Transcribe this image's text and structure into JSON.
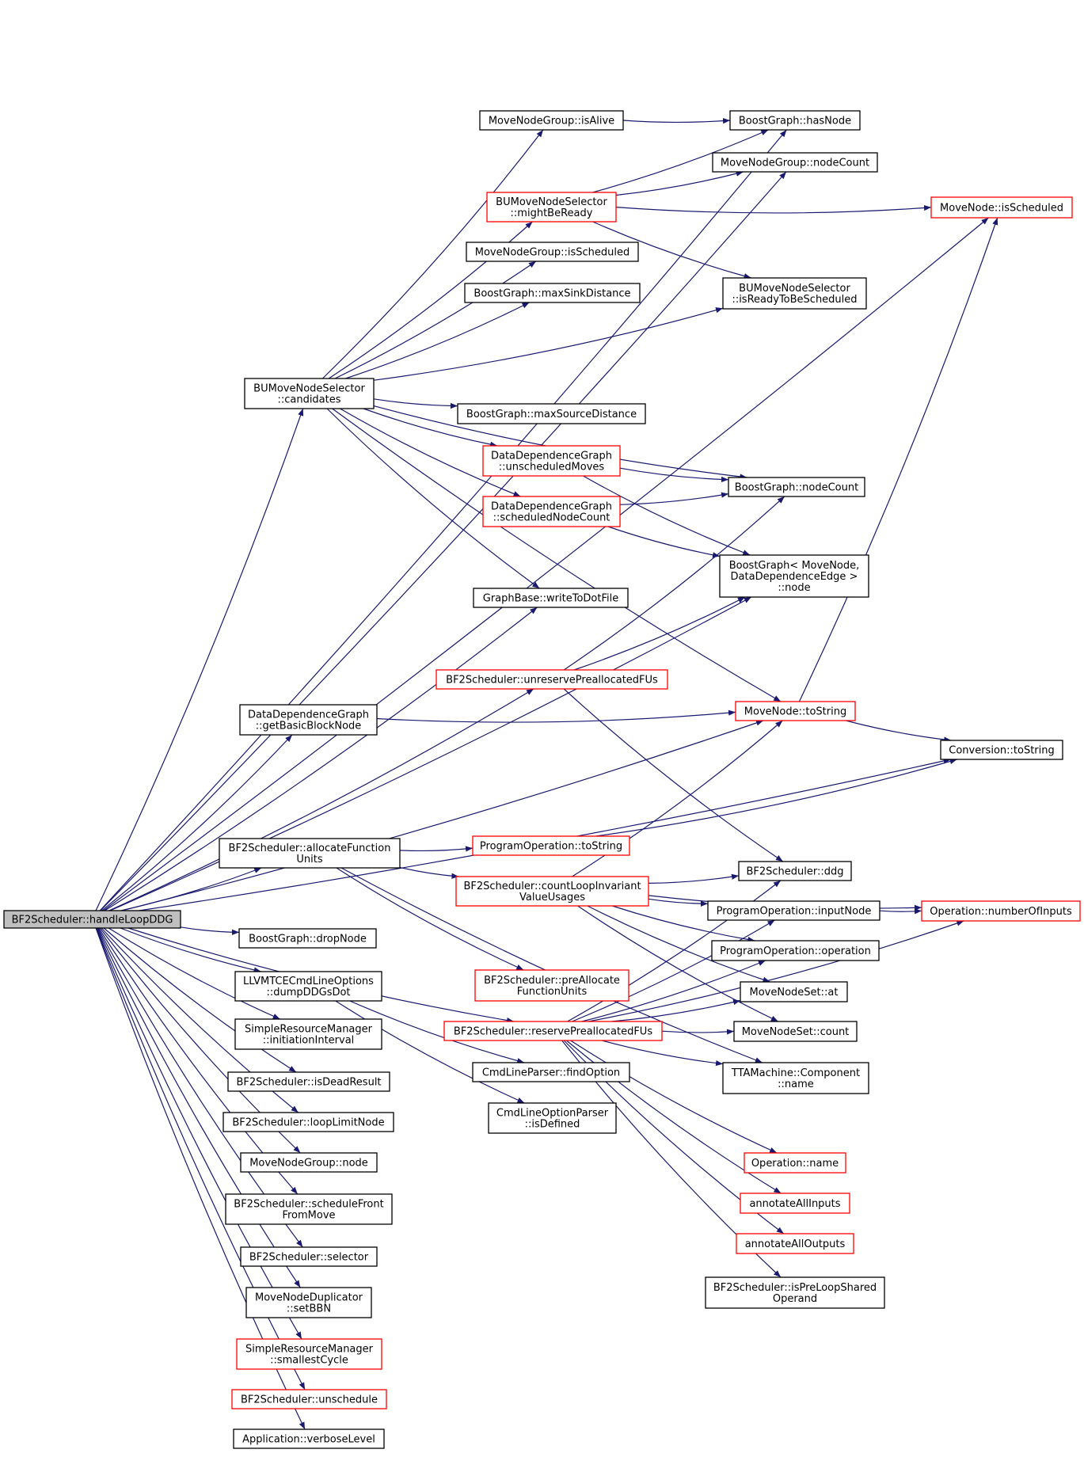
{
  "diagram": {
    "colors": {
      "edge": "#191970",
      "linked_border": "#000000",
      "unlinked_border": "#ff0000",
      "root_fill": "#bfbfbf"
    },
    "nodes": [
      {
        "id": "root",
        "lines": [
          "BF2Scheduler::handleLoopDDG"
        ],
        "root": true
      },
      {
        "id": "hasNode",
        "lines": [
          "BoostGraph::hasNode"
        ]
      },
      {
        "id": "isAlive",
        "lines": [
          "MoveNodeGroup::isAlive"
        ]
      },
      {
        "id": "mngNodeCount",
        "lines": [
          "MoveNodeGroup::nodeCount"
        ]
      },
      {
        "id": "mightBeReady",
        "lines": [
          "BUMoveNodeSelector",
          "::mightBeReady"
        ],
        "red": true
      },
      {
        "id": "mnIsScheduled",
        "lines": [
          "MoveNode::isScheduled"
        ],
        "red": true
      },
      {
        "id": "mngIsScheduled",
        "lines": [
          "MoveNodeGroup::isScheduled"
        ]
      },
      {
        "id": "maxSink",
        "lines": [
          "BoostGraph::maxSinkDistance"
        ]
      },
      {
        "id": "isReady",
        "lines": [
          "BUMoveNodeSelector",
          "::isReadyToBeScheduled"
        ]
      },
      {
        "id": "candidates",
        "lines": [
          "BUMoveNodeSelector",
          "::candidates"
        ]
      },
      {
        "id": "maxSource",
        "lines": [
          "BoostGraph::maxSourceDistance"
        ]
      },
      {
        "id": "unschedMoves",
        "lines": [
          "DataDependenceGraph",
          "::unscheduledMoves"
        ],
        "red": true
      },
      {
        "id": "bgNodeCount",
        "lines": [
          "BoostGraph::nodeCount"
        ]
      },
      {
        "id": "schedNodeCount",
        "lines": [
          "DataDependenceGraph",
          "::scheduledNodeCount"
        ],
        "red": true
      },
      {
        "id": "bgNode",
        "lines": [
          "BoostGraph< MoveNode,",
          "DataDependenceEdge >",
          "::node"
        ]
      },
      {
        "id": "writeDot",
        "lines": [
          "GraphBase::writeToDotFile"
        ]
      },
      {
        "id": "unreserve",
        "lines": [
          "BF2Scheduler::unreservePreallocatedFUs"
        ],
        "red": true
      },
      {
        "id": "getBBN",
        "lines": [
          "DataDependenceGraph",
          "::getBasicBlockNode"
        ]
      },
      {
        "id": "mnToString",
        "lines": [
          "MoveNode::toString"
        ],
        "red": true
      },
      {
        "id": "convToString",
        "lines": [
          "Conversion::toString"
        ]
      },
      {
        "id": "allocFU",
        "lines": [
          "BF2Scheduler::allocateFunction",
          "Units"
        ]
      },
      {
        "id": "poToString",
        "lines": [
          "ProgramOperation::toString"
        ],
        "red": true
      },
      {
        "id": "ddg",
        "lines": [
          "BF2Scheduler::ddg"
        ]
      },
      {
        "id": "countLoop",
        "lines": [
          "BF2Scheduler::countLoopInvariant",
          "ValueUsages"
        ],
        "red": true
      },
      {
        "id": "inputNode",
        "lines": [
          "ProgramOperation::inputNode"
        ]
      },
      {
        "id": "numInputs",
        "lines": [
          "Operation::numberOfInputs"
        ],
        "red": true
      },
      {
        "id": "dropNode",
        "lines": [
          "BoostGraph::dropNode"
        ]
      },
      {
        "id": "poOperation",
        "lines": [
          "ProgramOperation::operation"
        ]
      },
      {
        "id": "dumpDDGs",
        "lines": [
          "LLVMTCECmdLineOptions",
          "::dumpDDGsDot"
        ]
      },
      {
        "id": "preAlloc",
        "lines": [
          "BF2Scheduler::preAllocate",
          "FunctionUnits"
        ],
        "red": true
      },
      {
        "id": "mnsAt",
        "lines": [
          "MoveNodeSet::at"
        ]
      },
      {
        "id": "initInterval",
        "lines": [
          "SimpleResourceManager",
          "::initiationInterval"
        ]
      },
      {
        "id": "reserve",
        "lines": [
          "BF2Scheduler::reservePreallocatedFUs"
        ],
        "red": true
      },
      {
        "id": "mnsCount",
        "lines": [
          "MoveNodeSet::count"
        ]
      },
      {
        "id": "isDead",
        "lines": [
          "BF2Scheduler::isDeadResult"
        ]
      },
      {
        "id": "findOption",
        "lines": [
          "CmdLineParser::findOption"
        ]
      },
      {
        "id": "compName",
        "lines": [
          "TTAMachine::Component",
          "::name"
        ]
      },
      {
        "id": "loopLimit",
        "lines": [
          "BF2Scheduler::loopLimitNode"
        ]
      },
      {
        "id": "isDefined",
        "lines": [
          "CmdLineOptionParser",
          "::isDefined"
        ]
      },
      {
        "id": "mngNode",
        "lines": [
          "MoveNodeGroup::node"
        ]
      },
      {
        "id": "opName",
        "lines": [
          "Operation::name"
        ],
        "red": true
      },
      {
        "id": "schedFront",
        "lines": [
          "BF2Scheduler::scheduleFront",
          "FromMove"
        ]
      },
      {
        "id": "annIn",
        "lines": [
          "annotateAllInputs"
        ],
        "red": true
      },
      {
        "id": "selector",
        "lines": [
          "BF2Scheduler::selector"
        ]
      },
      {
        "id": "annOut",
        "lines": [
          "annotateAllOutputs"
        ],
        "red": true
      },
      {
        "id": "setBBN",
        "lines": [
          "MoveNodeDuplicator",
          "::setBBN"
        ]
      },
      {
        "id": "isPreLoop",
        "lines": [
          "BF2Scheduler::isPreLoopShared",
          "Operand"
        ]
      },
      {
        "id": "smallest",
        "lines": [
          "SimpleResourceManager",
          "::smallestCycle"
        ],
        "red": true
      },
      {
        "id": "unschedule",
        "lines": [
          "BF2Scheduler::unschedule"
        ],
        "red": true
      },
      {
        "id": "verbose",
        "lines": [
          "Application::verboseLevel"
        ]
      }
    ],
    "edges": [
      [
        "root",
        "candidates"
      ],
      [
        "root",
        "allocFU"
      ],
      [
        "root",
        "dropNode"
      ],
      [
        "root",
        "dumpDDGs"
      ],
      [
        "root",
        "initInterval"
      ],
      [
        "root",
        "isDead"
      ],
      [
        "root",
        "loopLimit"
      ],
      [
        "root",
        "mngNode"
      ],
      [
        "root",
        "schedFront"
      ],
      [
        "root",
        "selector"
      ],
      [
        "root",
        "setBBN"
      ],
      [
        "root",
        "smallest"
      ],
      [
        "root",
        "unschedule"
      ],
      [
        "root",
        "verbose"
      ],
      [
        "root",
        "getBBN"
      ],
      [
        "root",
        "writeDot"
      ],
      [
        "root",
        "unreserve"
      ],
      [
        "root",
        "bgNode"
      ],
      [
        "root",
        "mnToString"
      ],
      [
        "root",
        "convToString"
      ],
      [
        "root",
        "mngNodeCount"
      ],
      [
        "root",
        "hasNode"
      ],
      [
        "root",
        "mnIsScheduled"
      ],
      [
        "root",
        "reserve"
      ],
      [
        "isAlive",
        "hasNode"
      ],
      [
        "mightBeReady",
        "hasNode"
      ],
      [
        "mightBeReady",
        "mngNodeCount"
      ],
      [
        "mightBeReady",
        "mnIsScheduled"
      ],
      [
        "mightBeReady",
        "isReady"
      ],
      [
        "candidates",
        "isAlive"
      ],
      [
        "candidates",
        "mightBeReady"
      ],
      [
        "candidates",
        "mngIsScheduled"
      ],
      [
        "candidates",
        "maxSink"
      ],
      [
        "candidates",
        "isReady"
      ],
      [
        "candidates",
        "maxSource"
      ],
      [
        "candidates",
        "unschedMoves"
      ],
      [
        "candidates",
        "schedNodeCount"
      ],
      [
        "candidates",
        "writeDot"
      ],
      [
        "candidates",
        "bgNodeCount"
      ],
      [
        "candidates",
        "mnToString"
      ],
      [
        "unschedMoves",
        "bgNodeCount"
      ],
      [
        "unschedMoves",
        "bgNode"
      ],
      [
        "schedNodeCount",
        "bgNodeCount"
      ],
      [
        "schedNodeCount",
        "bgNode"
      ],
      [
        "unreserve",
        "bgNodeCount"
      ],
      [
        "unreserve",
        "bgNode"
      ],
      [
        "unreserve",
        "ddg"
      ],
      [
        "getBBN",
        "mnToString"
      ],
      [
        "mnToString",
        "convToString"
      ],
      [
        "mnToString",
        "mnIsScheduled"
      ],
      [
        "allocFU",
        "poToString"
      ],
      [
        "allocFU",
        "countLoop"
      ],
      [
        "allocFU",
        "preAlloc"
      ],
      [
        "allocFU",
        "compName"
      ],
      [
        "poToString",
        "convToString"
      ],
      [
        "countLoop",
        "ddg"
      ],
      [
        "countLoop",
        "inputNode"
      ],
      [
        "countLoop",
        "poOperation"
      ],
      [
        "countLoop",
        "mnsAt"
      ],
      [
        "countLoop",
        "mnsCount"
      ],
      [
        "countLoop",
        "mnToString"
      ],
      [
        "countLoop",
        "numInputs"
      ],
      [
        "inputNode",
        "numInputs"
      ],
      [
        "dumpDDGs",
        "findOption"
      ],
      [
        "dumpDDGs",
        "isDefined"
      ],
      [
        "reserve",
        "mnsCount"
      ],
      [
        "reserve",
        "mnsAt"
      ],
      [
        "reserve",
        "compName"
      ],
      [
        "reserve",
        "ddg"
      ],
      [
        "reserve",
        "inputNode"
      ],
      [
        "reserve",
        "poOperation"
      ],
      [
        "reserve",
        "opName"
      ],
      [
        "reserve",
        "annIn"
      ],
      [
        "reserve",
        "annOut"
      ],
      [
        "reserve",
        "isPreLoop"
      ],
      [
        "reserve",
        "numInputs"
      ]
    ]
  }
}
